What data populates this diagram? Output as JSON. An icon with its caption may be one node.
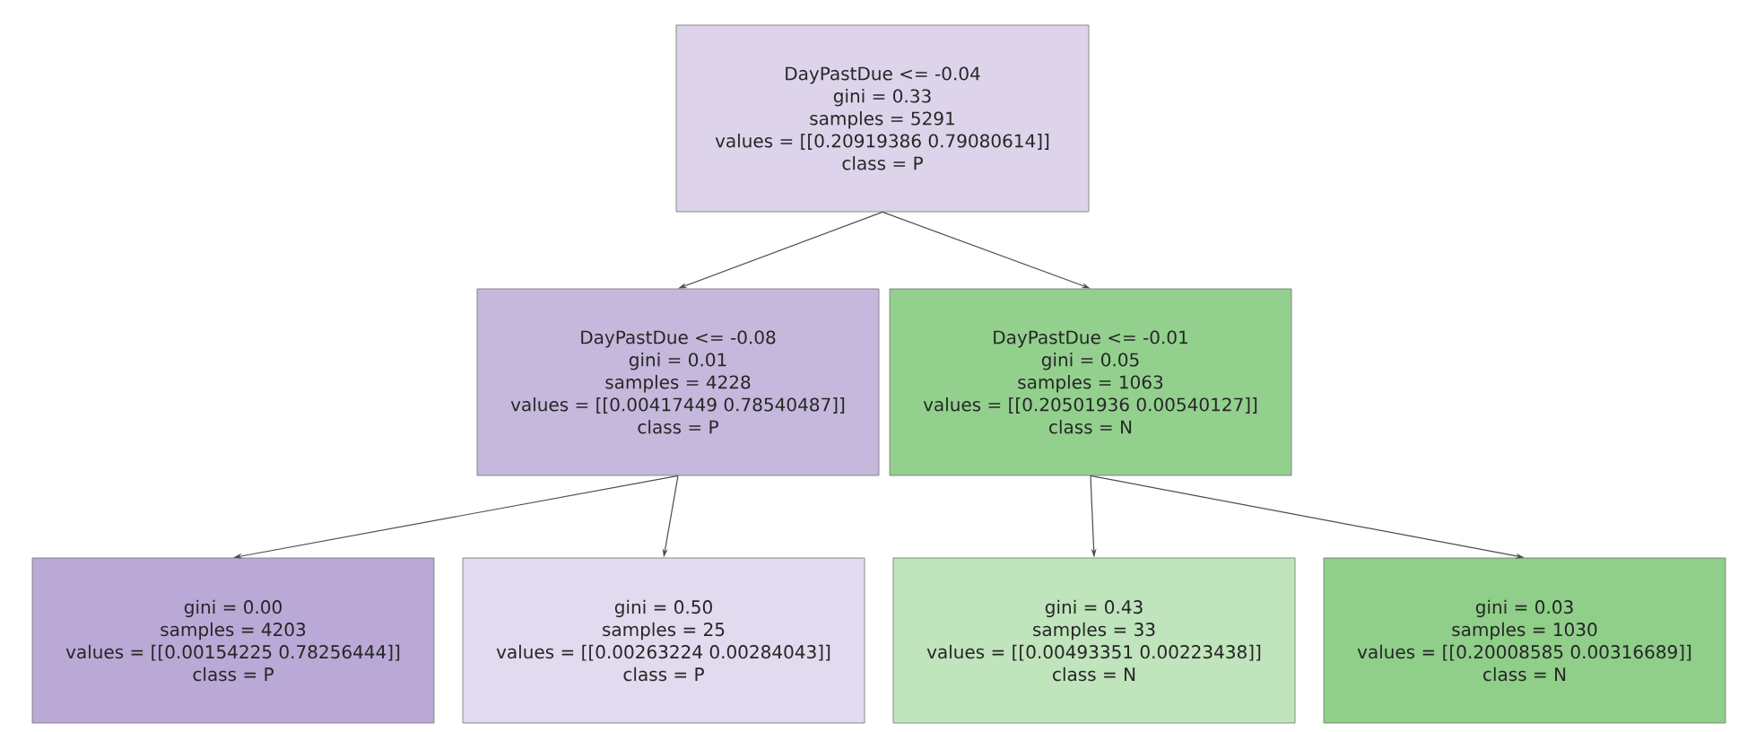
{
  "diagram": {
    "nodes": [
      {
        "text": [
          "DayPastDue <= -0.04",
          "gini = 0.33",
          "samples = 5291",
          "values = [[0.20919386 0.79080614]]",
          "class = P"
        ]
      },
      {
        "text": [
          "DayPastDue <= -0.08",
          "gini = 0.01",
          "samples = 4228",
          "values = [[0.00417449 0.78540487]]",
          "class = P"
        ]
      },
      {
        "text": [
          "DayPastDue <= -0.01",
          "gini = 0.05",
          "samples = 1063",
          "values = [[0.20501936 0.00540127]]",
          "class = N"
        ]
      },
      {
        "text": [
          "gini = 0.00",
          "samples = 4203",
          "values = [[0.00154225 0.78256444]]",
          "class = P"
        ]
      },
      {
        "text": [
          "gini = 0.50",
          "samples = 25",
          "values = [[0.00263224 0.00284043]]",
          "class = P"
        ]
      },
      {
        "text": [
          "gini = 0.43",
          "samples = 33",
          "values = [[0.00493351 0.00223438]]",
          "class = N"
        ]
      },
      {
        "text": [
          "gini = 0.03",
          "samples = 1030",
          "values = [[0.20008585 0.00316689]]",
          "class = N"
        ]
      }
    ],
    "edges": [
      {
        "from": 0,
        "to": 1,
        "arrow": "to"
      },
      {
        "from": 0,
        "to": 2,
        "arrow": "to"
      },
      {
        "from": 1,
        "to": 3,
        "arrow": "to"
      },
      {
        "from": 1,
        "to": 4,
        "arrow": "to"
      },
      {
        "from": 2,
        "to": 5,
        "arrow": "to"
      },
      {
        "from": 2,
        "to": 6,
        "arrow": "to"
      }
    ]
  }
}
